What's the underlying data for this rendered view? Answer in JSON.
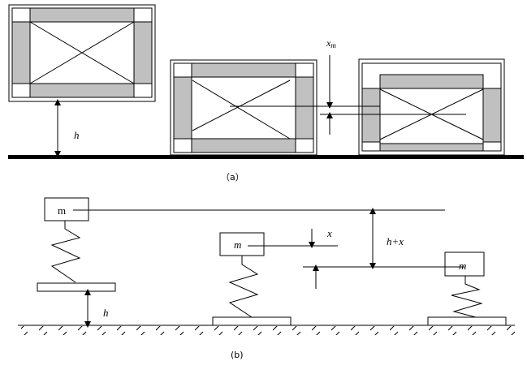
{
  "figure": {
    "panel_a": {
      "caption": "（a）",
      "labels": {
        "height": "h",
        "max_compression": "x",
        "max_compression_sub": "m"
      },
      "colors": {
        "pad_fill": "#c0c0c0",
        "ground": "#000000"
      }
    },
    "panel_b": {
      "caption": "(b)",
      "labels": {
        "mass_1": "m",
        "mass_2": "m",
        "mass_3": "m",
        "height": "h",
        "compression": "x",
        "total": "h+x"
      }
    }
  }
}
